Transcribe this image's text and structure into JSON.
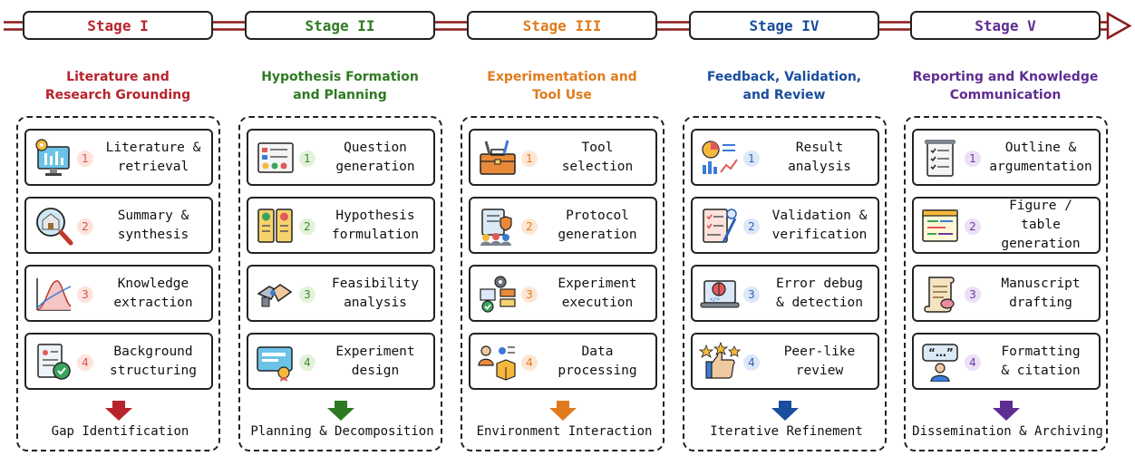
{
  "stages": [
    {
      "tag": "Stage I",
      "subtitle": "Literature and\nResearch Grounding",
      "color": "#b8232e",
      "num_bg": "#fde3dc",
      "num_color": "#d9534f",
      "steps": [
        {
          "num": "1",
          "label": "Literature &\nretrieval",
          "icon": "monitor-gear-icon"
        },
        {
          "num": "2",
          "label": "Summary &\nsynthesis",
          "icon": "magnifier-building-icon"
        },
        {
          "num": "3",
          "label": "Knowledge\nextraction",
          "icon": "curve-chart-icon"
        },
        {
          "num": "4",
          "label": "Background\nstructuring",
          "icon": "document-check-icon"
        }
      ],
      "outcome": "Gap Identification"
    },
    {
      "tag": "Stage II",
      "subtitle": "Hypothesis Formation\nand Planning",
      "color": "#2e7a22",
      "num_bg": "#e2f2da",
      "num_color": "#3b8a2e",
      "steps": [
        {
          "num": "1",
          "label": "Question\ngeneration",
          "icon": "checklist-board-icon"
        },
        {
          "num": "2",
          "label": "Hypothesis\nformulation",
          "icon": "comparison-cards-icon"
        },
        {
          "num": "3",
          "label": "Feasibility\nanalysis",
          "icon": "robot-handshake-icon"
        },
        {
          "num": "4",
          "label": "Experiment\ndesign",
          "icon": "certificate-icon"
        }
      ],
      "outcome": "Planning & Decomposition"
    },
    {
      "tag": "Stage III",
      "subtitle": "Experimentation and\nTool Use",
      "color": "#e07b1d",
      "num_bg": "#fde6d4",
      "num_color": "#e07b1d",
      "steps": [
        {
          "num": "1",
          "label": "Tool\nselection",
          "icon": "toolbox-icon"
        },
        {
          "num": "2",
          "label": "Protocol\ngeneration",
          "icon": "clipboard-team-icon"
        },
        {
          "num": "3",
          "label": "Experiment\nexecution",
          "icon": "gear-workflow-icon"
        },
        {
          "num": "4",
          "label": "Data\nprocessing",
          "icon": "data-box-icon"
        }
      ],
      "outcome": "Environment Interaction"
    },
    {
      "tag": "Stage IV",
      "subtitle": "Feedback, Validation,\nand Review",
      "color": "#1a4d9c",
      "num_bg": "#dce8f8",
      "num_color": "#2a62b8",
      "steps": [
        {
          "num": "1",
          "label": "Result\nanalysis",
          "icon": "analytics-dashboard-icon"
        },
        {
          "num": "2",
          "label": "Validation &\nverification",
          "icon": "checklist-pencil-icon"
        },
        {
          "num": "3",
          "label": "Error debug\n& detection",
          "icon": "bug-laptop-icon"
        },
        {
          "num": "4",
          "label": "Peer-like\nreview",
          "icon": "thumbs-up-stars-icon"
        }
      ],
      "outcome": "Iterative Refinement"
    },
    {
      "tag": "Stage V",
      "subtitle": "Reporting and Knowledge\nCommunication",
      "color": "#5e2d91",
      "num_bg": "#ebe0f6",
      "num_color": "#6a3aa0",
      "steps": [
        {
          "num": "1",
          "label": "Outline &\nargumentation",
          "icon": "outline-list-icon"
        },
        {
          "num": "2",
          "label": "Figure / table\ngeneration",
          "icon": "table-sheet-icon"
        },
        {
          "num": "3",
          "label": "Manuscript\ndrafting",
          "icon": "scroll-icon"
        },
        {
          "num": "4",
          "label": "Formatting\n& citation",
          "icon": "quote-speaker-icon"
        }
      ],
      "outcome": "Dissemination & Archiving"
    }
  ],
  "timeline_color": "#8b1a1a"
}
